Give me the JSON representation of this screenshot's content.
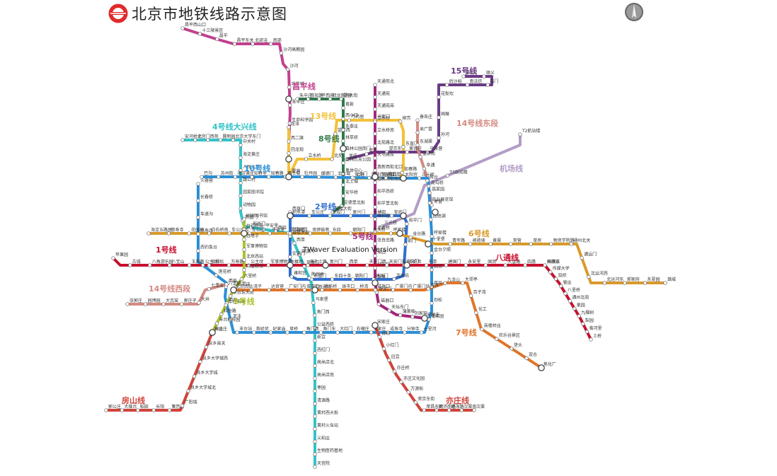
{
  "title": "北京市地铁线路示意图",
  "icons": {
    "logo": "beijing-subway-logo",
    "compass": "compass-north-icon"
  },
  "watermark": "TWaver Evaluation Version",
  "lines": [
    {
      "id": "line1",
      "label": "1号线",
      "color": "#c8102e"
    },
    {
      "id": "batong",
      "label": "八通线",
      "color": "#c8102e"
    },
    {
      "id": "line2",
      "label": "2号线",
      "color": "#2f6fd0"
    },
    {
      "id": "line4",
      "label": "4号线大兴线",
      "color": "#33c3c8"
    },
    {
      "id": "line5",
      "label": "5号线",
      "color": "#a3267b"
    },
    {
      "id": "line6",
      "label": "6号线",
      "color": "#d89a2b"
    },
    {
      "id": "line7",
      "label": "7号线",
      "color": "#e0752b"
    },
    {
      "id": "line8",
      "label": "8号线",
      "color": "#2f7a4b"
    },
    {
      "id": "line9",
      "label": "9号线",
      "color": "#a9c42a"
    },
    {
      "id": "line10",
      "label": "10号线",
      "color": "#2a8fd8"
    },
    {
      "id": "line13",
      "label": "13号线",
      "color": "#f3c13a"
    },
    {
      "id": "line14w",
      "label": "14号线西段",
      "color": "#d48a82"
    },
    {
      "id": "line14e",
      "label": "14号线东段",
      "color": "#d48a82"
    },
    {
      "id": "line15",
      "label": "15号线",
      "color": "#6b3a86"
    },
    {
      "id": "changping",
      "label": "昌平线",
      "color": "#c2408f"
    },
    {
      "id": "fangshan",
      "label": "房山线",
      "color": "#d0433a"
    },
    {
      "id": "yizhuang",
      "label": "亦庄线",
      "color": "#d0433a"
    },
    {
      "id": "airport",
      "label": "机场线",
      "color": "#b39dc6"
    }
  ],
  "stations": {
    "changping": [
      "昌平西山口",
      "十三陵景区",
      "昌平",
      "昌平东关",
      "北邵洼",
      "南邵",
      "沙河高教园",
      "沙河",
      "巩华城",
      "朱辛庄",
      "生命科学园",
      "西二旗"
    ],
    "line13": [
      "龙泽",
      "回龙观",
      "霍营",
      "立水桥",
      "北苑",
      "望京西",
      "芍药居",
      "光熙门",
      "柳芳",
      "东直门",
      "知春路",
      "五道口",
      "上地"
    ],
    "line15": [
      "俸伯",
      "顺义",
      "石门",
      "南法信",
      "后沙峪",
      "花梨坎",
      "国展",
      "孙河",
      "马泉营",
      "崔各庄",
      "望京东",
      "望京",
      "关庄"
    ],
    "line14e": [
      "善各庄",
      "来广营",
      "东湖渠",
      "望京南",
      "阜通",
      "将台",
      "高家园",
      "枣营"
    ],
    "airport": [
      "T2航站楼",
      "T3航站楼",
      "三元桥"
    ],
    "line8": [
      "朱辛庄",
      "育知路",
      "平西府",
      "回龙观东大街",
      "霍营",
      "育新",
      "西小口",
      "永泰庄",
      "林萃桥",
      "森林公园南门",
      "奥林匹克公园",
      "奥体中心",
      "北土城",
      "安华桥",
      "安德里北街",
      "鼓楼大街"
    ],
    "line5": [
      "天通苑北",
      "天通苑",
      "天通苑南",
      "立水桥",
      "立水桥南",
      "北苑路北",
      "大屯路东",
      "惠新西街北口",
      "惠新西街南口",
      "和平西桥",
      "和平里北街",
      "雍和宫",
      "北新桥",
      "张自忠路",
      "东四",
      "灯市口",
      "东单",
      "崇文门",
      "磁器口",
      "天坛东门",
      "蒲黄榆",
      "刘家窑",
      "宋家庄"
    ],
    "line4": [
      "安河桥北",
      "北宫门",
      "西苑",
      "圆明园",
      "北京大学东门",
      "中关村",
      "海淀黄庄",
      "人民大学",
      "魏公村",
      "国家图书馆",
      "动物园",
      "西直门",
      "新街口",
      "平安里",
      "西四",
      "灵境胡同",
      "西单",
      "宣武门",
      "菜市口",
      "陶然亭",
      "北京南站",
      "马家堡",
      "角门西",
      "公益西桥",
      "新宫",
      "西红门",
      "高米店北",
      "高米店南",
      "枣园",
      "清源路",
      "黄村西大街",
      "黄村火车站",
      "义和庄",
      "生物医药基地",
      "天宫院"
    ],
    "line10": [
      "巴沟",
      "苏州街",
      "海淀黄庄",
      "知春里",
      "知春路",
      "西土城",
      "牡丹园",
      "健德门",
      "北土城",
      "安贞门",
      "惠新西街南口",
      "芍药居",
      "太阳宫",
      "三元桥",
      "亮马桥",
      "农业展览馆",
      "团结湖",
      "呼家楼",
      "金台夕照",
      "国贸",
      "双井",
      "劲松",
      "潘家园",
      "十里河",
      "分钟寺",
      "成寿寺",
      "宋家庄",
      "石榴庄",
      "大红门",
      "角门东",
      "角门西",
      "草桥",
      "纪家庙",
      "首经贸",
      "丰台站",
      "泥洼",
      "西局",
      "六里桥",
      "莲花桥",
      "公主坟",
      "西钓鱼台",
      "慈寿寺",
      "车道沟",
      "长春桥",
      "火器营"
    ],
    "line2": [
      "西直门",
      "车公庄",
      "阜成门",
      "复兴门",
      "长椿街",
      "宣武门",
      "和平门",
      "前门",
      "崇文门",
      "北京站",
      "建国门",
      "朝阳门",
      "东四十条",
      "东直门",
      "雍和宫",
      "安定门",
      "鼓楼大街",
      "积水潭"
    ],
    "line1": [
      "苹果园",
      "古城",
      "八角游乐园",
      "八宝山",
      "玉泉路",
      "五棵松",
      "万寿路",
      "公主坟",
      "军事博物馆",
      "木樨地",
      "南礼士路",
      "复兴门",
      "西单",
      "天安门西",
      "天安门东",
      "王府井",
      "东单",
      "建国门",
      "永安里",
      "国贸",
      "大望路",
      "四惠",
      "四惠东"
    ],
    "batong": [
      "高碑店",
      "传媒大学",
      "双桥",
      "管庄",
      "八里桥",
      "通州北苑",
      "果园",
      "九棵树",
      "梨园",
      "临河里",
      "土桥"
    ],
    "line6": [
      "海淀五路居",
      "慈寿寺",
      "花园桥",
      "白石桥南",
      "车公庄西",
      "车公庄",
      "平安里",
      "北海北",
      "南锣鼓巷",
      "东四",
      "朝阳门",
      "东大桥",
      "呼家楼",
      "金台路",
      "十里堡",
      "青年路",
      "褡裢坡",
      "黄渠",
      "常营",
      "草房",
      "物资学院路",
      "通州北关",
      "通运门",
      "北运河西",
      "北运河东",
      "郝家府",
      "东夏园",
      "潞城"
    ],
    "line9": [
      "国家图书馆",
      "白石桥南",
      "白堆子",
      "军事博物馆",
      "北京西站",
      "六里桥东",
      "六里桥",
      "七里庄",
      "丰台东大街",
      "丰台南路",
      "科怡路",
      "丰台科技园",
      "郭公庄"
    ],
    "line7": [
      "北京西站",
      "湾子",
      "达官营",
      "广安门内",
      "菜市口",
      "虎坊桥",
      "珠市口",
      "桥湾",
      "磁器口",
      "广渠门内",
      "广渠门外",
      "双井",
      "九龙山",
      "大郊亭",
      "百子湾",
      "化工",
      "南楼梓庄",
      "欢乐谷景区",
      "垡头",
      "双合",
      "焦化厂"
    ],
    "line14w": [
      "张郭庄",
      "园博园",
      "大瓦窑",
      "郭庄子",
      "大井",
      "七里庄",
      "西局"
    ],
    "fangshan": [
      "郭公庄",
      "大葆台",
      "稻田",
      "长阳",
      "篱笆房",
      "广阳城",
      "良乡大学城北",
      "良乡大学城",
      "良乡大学城西",
      "良乡南关",
      "苏庄"
    ],
    "yizhuang": [
      "宋家庄",
      "肖村",
      "小红门",
      "旧宫",
      "亦庄桥",
      "亦庄文化园",
      "万源街",
      "荣京东街",
      "荣昌东街",
      "同济南路",
      "经海路",
      "次渠南",
      "次渠"
    ]
  }
}
